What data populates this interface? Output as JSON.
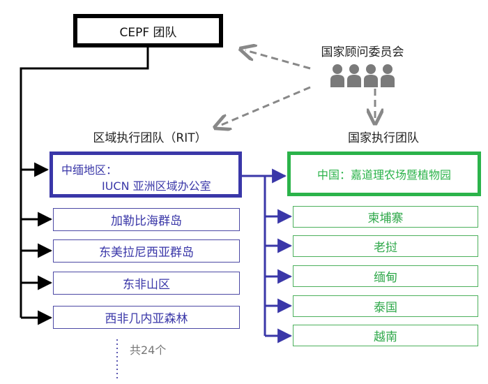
{
  "top": {
    "cepf_team": "CEPF 团队"
  },
  "council": {
    "label": "国家顾问委员会"
  },
  "rit": {
    "header": "区域执行团队（RIT）",
    "main_line1": "中缅地区：",
    "main_line2": "IUCN 亚洲区域办公室",
    "regions": [
      "加勒比海群岛",
      "东美拉尼西亚群岛",
      "东非山区",
      "西非几内亚森林"
    ],
    "total": "共24个"
  },
  "nit": {
    "header": "国家执行团队",
    "main": "中国：嘉道理农场暨植物园",
    "countries": [
      "柬埔寨",
      "老挝",
      "缅甸",
      "泰国",
      "越南"
    ]
  },
  "colors": {
    "rit": "#3a37a8",
    "nit": "#2bb34a",
    "arrow_gray": "#888888",
    "person_gray": "#7a7a7a"
  },
  "icons": [
    "person-icon",
    "person-icon",
    "person-icon",
    "person-icon"
  ]
}
